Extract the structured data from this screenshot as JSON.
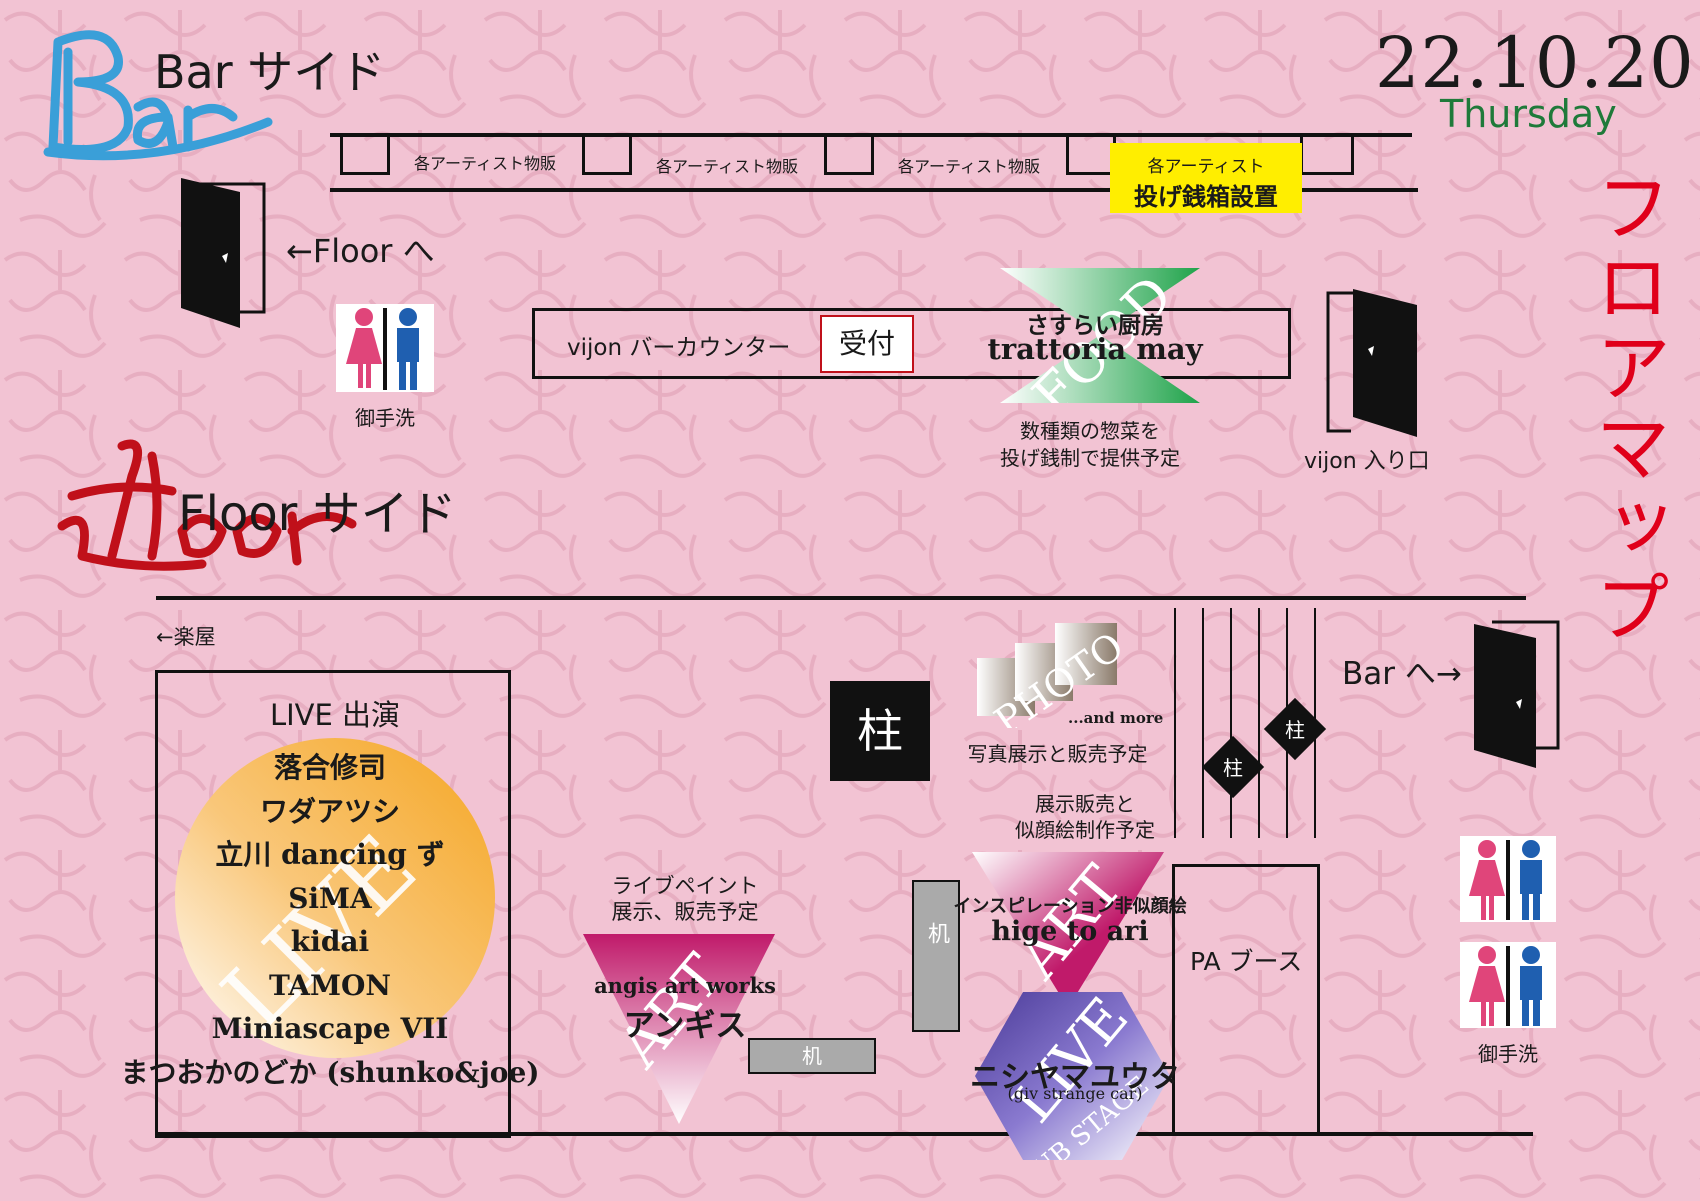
{
  "date": {
    "value": "22.10.20",
    "weekday": "Thursday"
  },
  "title": "フロアマップ",
  "bar_side": {
    "logo": "Bar",
    "heading": "Bar サイド",
    "merch_stalls": [
      "各アーティスト物販",
      "各アーティスト物販",
      "各アーティスト物販"
    ],
    "tip_box": {
      "line1": "各アーティスト",
      "line2": "投げ銭箱設置"
    },
    "floor_door_label": "←Floor へ",
    "restroom_label": "御手洗",
    "bar_counter_label": "vijon バーカウンター",
    "reception_label": "受付",
    "food": {
      "badge": "FOOD",
      "name1": "さすらい厨房",
      "name2": "trattoria may",
      "desc1": "数種類の惣菜を",
      "desc2": "投げ銭制で提供予定"
    },
    "entrance_label": "vijon 入り口"
  },
  "floor_side": {
    "logo": "floor",
    "heading": "Floor サイド",
    "dressing_room_label": "←楽屋",
    "live_stage": {
      "heading": "LIVE 出演",
      "badge": "LIVE",
      "performers": [
        "落合修司",
        "ワダアツシ",
        "立川 dancing ず",
        "SiMA",
        "kidai",
        "TAMON",
        "Miniascape VII",
        "まつおかのどか (shunko&joe)"
      ]
    },
    "pillar_label": "柱",
    "photo": {
      "badge": "PHOTO",
      "more": "...and more",
      "desc": "写真展示と販売予定"
    },
    "live_paint": {
      "desc1": "ライブペイント",
      "desc2": "展示、販売予定",
      "badge": "ART",
      "name1": "angis art works",
      "name2": "アンギス"
    },
    "desk_label": "机",
    "portrait": {
      "desc1": "展示販売と",
      "desc2": "似顔絵制作予定",
      "badge": "ART",
      "name1": "インスピレーション非似顔絵",
      "name2": "hige to ari"
    },
    "sub_stage": {
      "badge1": "LIVE",
      "badge2": "SUB STAGE",
      "name": "ニシヤマユウタ",
      "sub": "(giv strange car)"
    },
    "pa_booth_label": "PA ブース",
    "bar_door_label": "Bar へ→",
    "restroom_label": "御手洗"
  },
  "colors": {
    "background": "#f2c3d3",
    "title_red": "#e0001a",
    "weekday_green": "#1f7a3a",
    "bar_logo_blue": "#3a9fd8",
    "floor_logo_red": "#c0101a",
    "tip_yellow": "#ffee00",
    "food_green": "#1fa34a",
    "live_orange": "#f5a623",
    "art_magenta": "#c01a6a",
    "sub_stage_purple": "#5a4aa8"
  }
}
